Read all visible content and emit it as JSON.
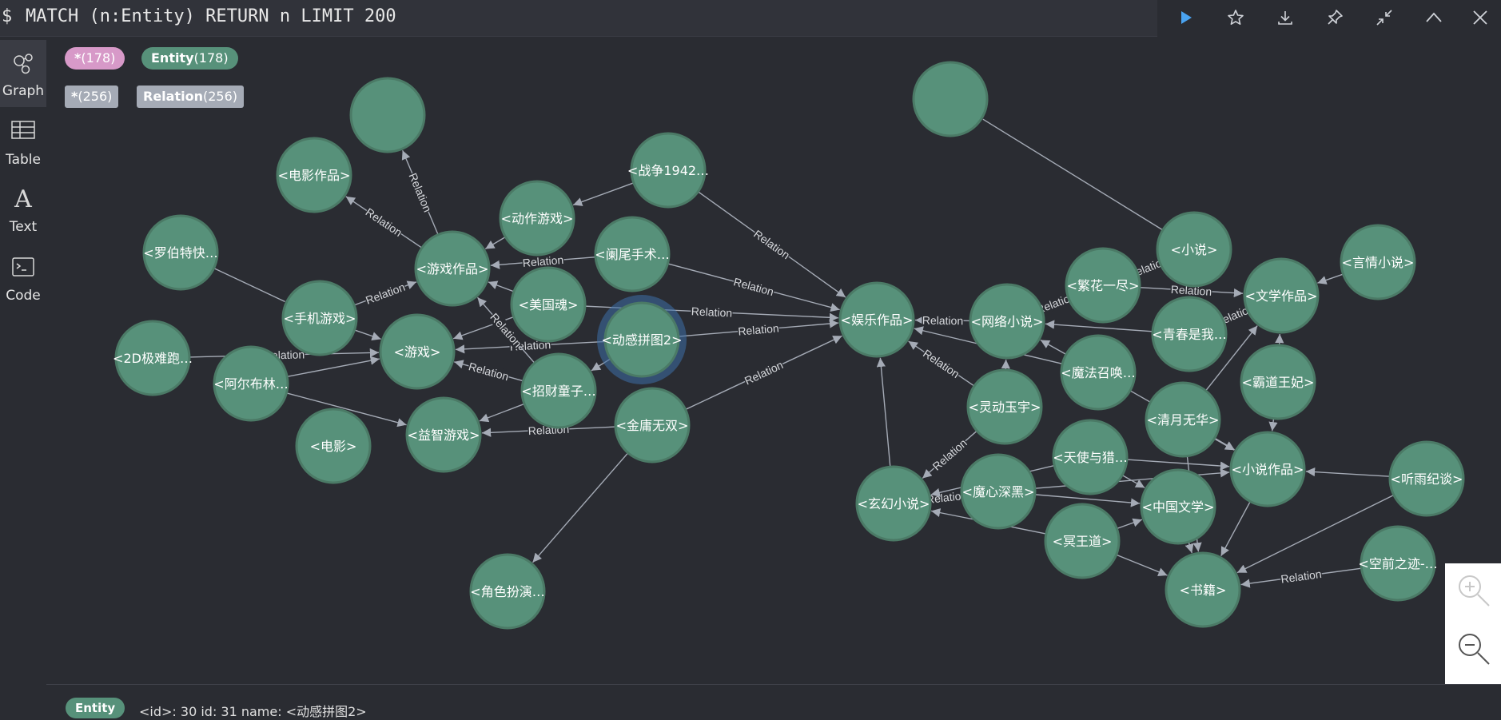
{
  "query": {
    "prompt": "$",
    "text": "MATCH (n:Entity) RETURN n LIMIT 200"
  },
  "toolbar": {
    "icons": [
      "play-icon",
      "star-icon",
      "download-icon",
      "pin-icon",
      "collapse-icon",
      "chevron-up-icon",
      "close-icon"
    ]
  },
  "sidebar": {
    "items": [
      {
        "label": "Graph",
        "icon": "graph-icon"
      },
      {
        "label": "Table",
        "icon": "table-icon"
      },
      {
        "label": "Text",
        "icon": "text-icon"
      },
      {
        "label": "Code",
        "icon": "code-icon"
      }
    ]
  },
  "legend": {
    "node_all": {
      "label": "*",
      "count": "(178)",
      "color": "#d799c8"
    },
    "node_entity": {
      "label": "Entity",
      "count": "(178)",
      "color": "#57917a"
    },
    "rel_all": {
      "label": "*",
      "count": "(256)",
      "color": "#a5abb6"
    },
    "rel_relation": {
      "label": "Relation",
      "count": "(256)",
      "color": "#a5abb6"
    }
  },
  "graph": {
    "node_color": "#57917a",
    "node_border": "#4b7a66",
    "edge_color": "#a5abb6",
    "edge_label": "Relation",
    "nodes": [
      {
        "id": "n0",
        "label": ""
      },
      {
        "id": "n1",
        "label": "<电影作品>"
      },
      {
        "id": "n2",
        "label": "<战争1942…"
      },
      {
        "id": "n3",
        "label": "<动作游戏>"
      },
      {
        "id": "n4",
        "label": "<罗伯特快…"
      },
      {
        "id": "n5",
        "label": "<游戏作品>"
      },
      {
        "id": "n6",
        "label": "<阑尾手术…"
      },
      {
        "id": "n7",
        "label": "<手机游戏>"
      },
      {
        "id": "n8",
        "label": "<美国魂>"
      },
      {
        "id": "n9",
        "label": "<游戏>"
      },
      {
        "id": "n10",
        "label": "<2D极难跑…"
      },
      {
        "id": "n11",
        "label": "<阿尔布林…"
      },
      {
        "id": "n12",
        "label": "<动感拼图2>"
      },
      {
        "id": "n13",
        "label": "<招财童子…"
      },
      {
        "id": "n14",
        "label": "<益智游戏>"
      },
      {
        "id": "n15",
        "label": "<电影>"
      },
      {
        "id": "n16",
        "label": "<金庸无双>"
      },
      {
        "id": "n17",
        "label": "<角色扮演…"
      },
      {
        "id": "n18",
        "label": "<娱乐作品>"
      },
      {
        "id": "n19",
        "label": ""
      },
      {
        "id": "n20",
        "label": "<网络小说>"
      },
      {
        "id": "n21",
        "label": "<繁花一尽>"
      },
      {
        "id": "n22",
        "label": "<小说>"
      },
      {
        "id": "n23",
        "label": "<言情小说>"
      },
      {
        "id": "n24",
        "label": "<文学作品>"
      },
      {
        "id": "n25",
        "label": "<青春是我…"
      },
      {
        "id": "n26",
        "label": "<魔法召唤…"
      },
      {
        "id": "n27",
        "label": "<霸道王妃>"
      },
      {
        "id": "n28",
        "label": "<灵动玉宇>"
      },
      {
        "id": "n29",
        "label": "<清月无华>"
      },
      {
        "id": "n30",
        "label": "<天使与猎…"
      },
      {
        "id": "n31",
        "label": "<小说作品>"
      },
      {
        "id": "n32",
        "label": "<听雨纪谈>"
      },
      {
        "id": "n33",
        "label": "<玄幻小说>"
      },
      {
        "id": "n34",
        "label": "<魔心深黑>"
      },
      {
        "id": "n35",
        "label": "<中国文学>"
      },
      {
        "id": "n36",
        "label": "<冥王道>"
      },
      {
        "id": "n37",
        "label": "<空前之迹-…"
      },
      {
        "id": "n38",
        "label": "<书籍>"
      }
    ]
  },
  "footer": {
    "badge": "Entity",
    "props": "<id>: 30  id: 31  name: <动感拼图2>"
  }
}
